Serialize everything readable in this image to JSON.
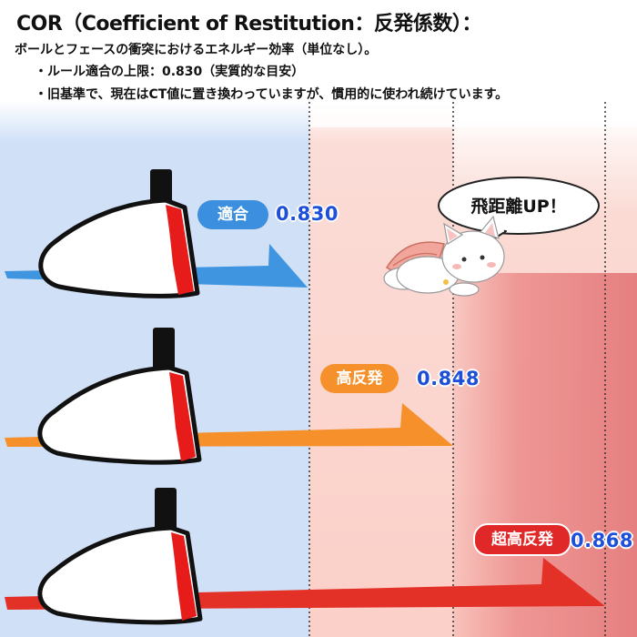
{
  "header": {
    "title": "COR（Coefficient of Restitution：反発係数）：",
    "description": "ボールとフェースの衝突におけるエネルギー効率（単位なし）。",
    "bullets": [
      "・ルール適合の上限：0.830（実質的な目安）",
      "・旧基準で、現在はCT値に置き換わっていますが、慣用的に使われ続けています。"
    ]
  },
  "levels": [
    {
      "label": "適合",
      "value": "0.830",
      "color": "#3b8fde"
    },
    {
      "label": "高反発",
      "value": "0.848",
      "color": "#f6902b"
    },
    {
      "label": "超高反発",
      "value": "0.868",
      "color": "#e02828"
    }
  ],
  "speech": {
    "text": "飛距離UP！"
  },
  "colors": {
    "blue_zone": "#cfe0f7",
    "pink_zone": "#fbdcd6",
    "value_text": "#1d4fd8"
  }
}
